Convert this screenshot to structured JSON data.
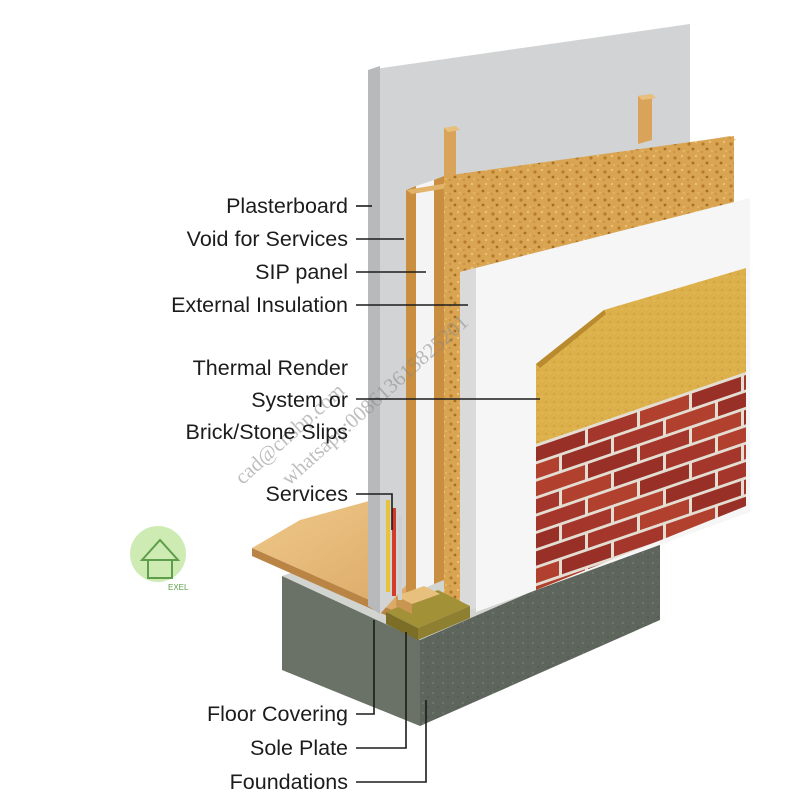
{
  "labels": {
    "plasterboard": "Plasterboard",
    "void_for_services": "Void for Services",
    "sip_panel": "SIP panel",
    "external_insulation": "External Insulation",
    "thermal_render_line1": "Thermal Render",
    "thermal_render_line2": "System or",
    "thermal_render_line3": "Brick/Stone Slips",
    "services": "Services",
    "floor_covering": "Floor Covering",
    "sole_plate": "Sole Plate",
    "foundations": "Foundations"
  },
  "watermark": {
    "line1": "cad@cnsbp.com",
    "line2": "whatsapp:008613615825201"
  },
  "logo": {
    "text": "EXEL"
  },
  "colors": {
    "plasterboard": "#cfd0d1",
    "osb": "#d8a24e",
    "insulation": "#f2f2f2",
    "render": "#dcb04a",
    "brick": "#a5362b",
    "mortar": "#e6e0d6",
    "concrete": "#5f665d",
    "floor": "#e3b678",
    "sole_plate": "#8c7a2c"
  }
}
